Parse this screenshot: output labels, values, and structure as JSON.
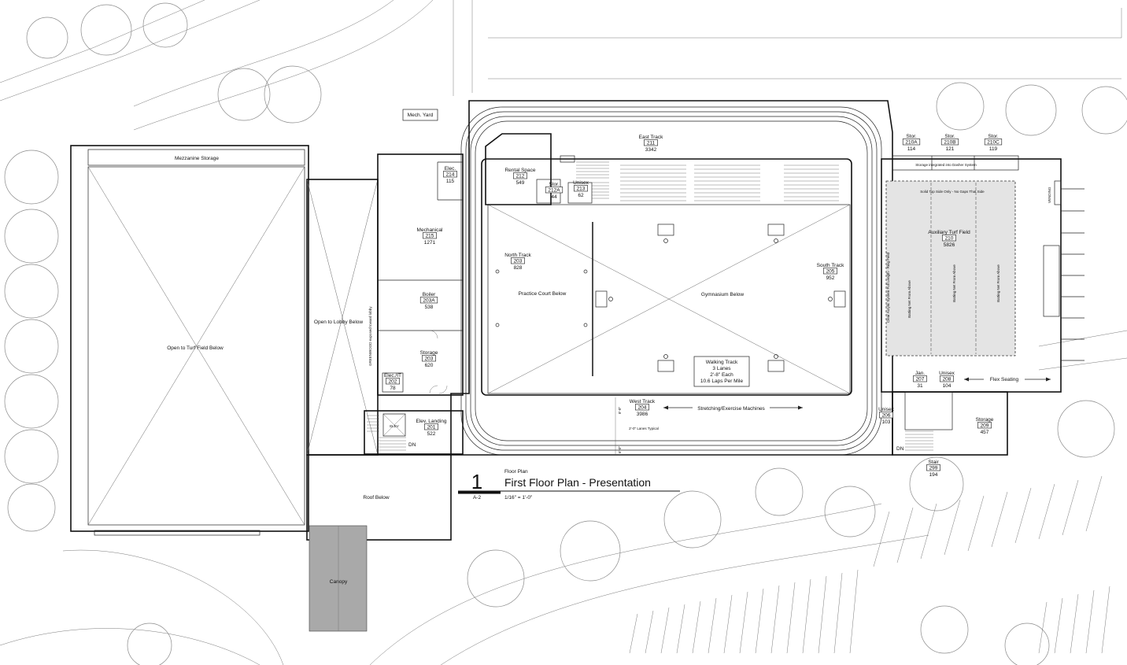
{
  "drawing": {
    "title_number": "1",
    "title_small": "Floor Plan",
    "title_main": "First Floor Plan - Presentation",
    "sheet_ref": "A-2",
    "scale": "1/16\" = 1'-0\""
  },
  "site": {
    "mech_yard": "Mech. Yard",
    "canopy": "Canopy",
    "roof_below": "Roof Below"
  },
  "areas": {
    "mezzanine": "Mezzanine Storage",
    "turf_below": "Open to Turf Field Below",
    "lobby_below": "Open to Lobby Below",
    "greenwood": "GREENWOOD exposed toward lobby",
    "practice_court": "Practice Court Below",
    "gym": "Gymnasium Below",
    "stretching": "Stretching/Exercise Machines",
    "flex": "Flex Seating",
    "lanes_typical": "2'-0\" Lanes Typical",
    "dn1": "DN",
    "dn2": "DN",
    "elev_tag": "ELEV",
    "vending": "VENDING",
    "batting_note": "Solid Top Side Only - No Gaps That Side",
    "storage_note": "Storage integrated into Dasher System",
    "batting_net": "Batting Net From Above",
    "clear_net": "Clear Acrylic System Full Length - Ring Field",
    "dim_a": "8'-0\"",
    "dim_b": "6'-0\""
  },
  "track": {
    "name": "Walking Track",
    "lanes": "3 Lanes",
    "lane_width": "2'-8\" Each",
    "laps": "10.6 Laps Per Mile"
  },
  "rooms": [
    {
      "name": "East Track",
      "num": "211",
      "area": "3342"
    },
    {
      "name": "North Track",
      "num": "203",
      "area": "828"
    },
    {
      "name": "South Track",
      "num": "205",
      "area": "952"
    },
    {
      "name": "West Track",
      "num": "204",
      "area": "3986"
    },
    {
      "name": "Rental Space",
      "num": "212",
      "area": "549"
    },
    {
      "name": "Stor.",
      "num": "212A",
      "area": "44"
    },
    {
      "name": "Unisex",
      "num": "213",
      "area": "62"
    },
    {
      "name": "Elec.",
      "num": "214",
      "area": "115"
    },
    {
      "name": "Mechanical",
      "num": "215",
      "area": "1271"
    },
    {
      "name": "Boiler",
      "num": "203A",
      "area": "538"
    },
    {
      "name": "Storage",
      "num": "203",
      "area": "620"
    },
    {
      "name": "Elec./IT",
      "num": "202",
      "area": "78"
    },
    {
      "name": "Elev. Landing",
      "num": "201",
      "area": "522"
    },
    {
      "name": "Stor.",
      "num": "210A",
      "area": "114"
    },
    {
      "name": "Stor.",
      "num": "210B",
      "area": "121"
    },
    {
      "name": "Stor.",
      "num": "210C",
      "area": "119"
    },
    {
      "name": "Auxiliary Turf Field",
      "num": "210",
      "area": "5826"
    },
    {
      "name": "Jan.",
      "num": "207",
      "area": "31"
    },
    {
      "name": "Unisex",
      "num": "208",
      "area": "104"
    },
    {
      "name": "Unisex",
      "num": "206",
      "area": "103"
    },
    {
      "name": "Storage",
      "num": "209",
      "area": "457"
    },
    {
      "name": "Stair",
      "num": "299",
      "area": "194"
    }
  ]
}
